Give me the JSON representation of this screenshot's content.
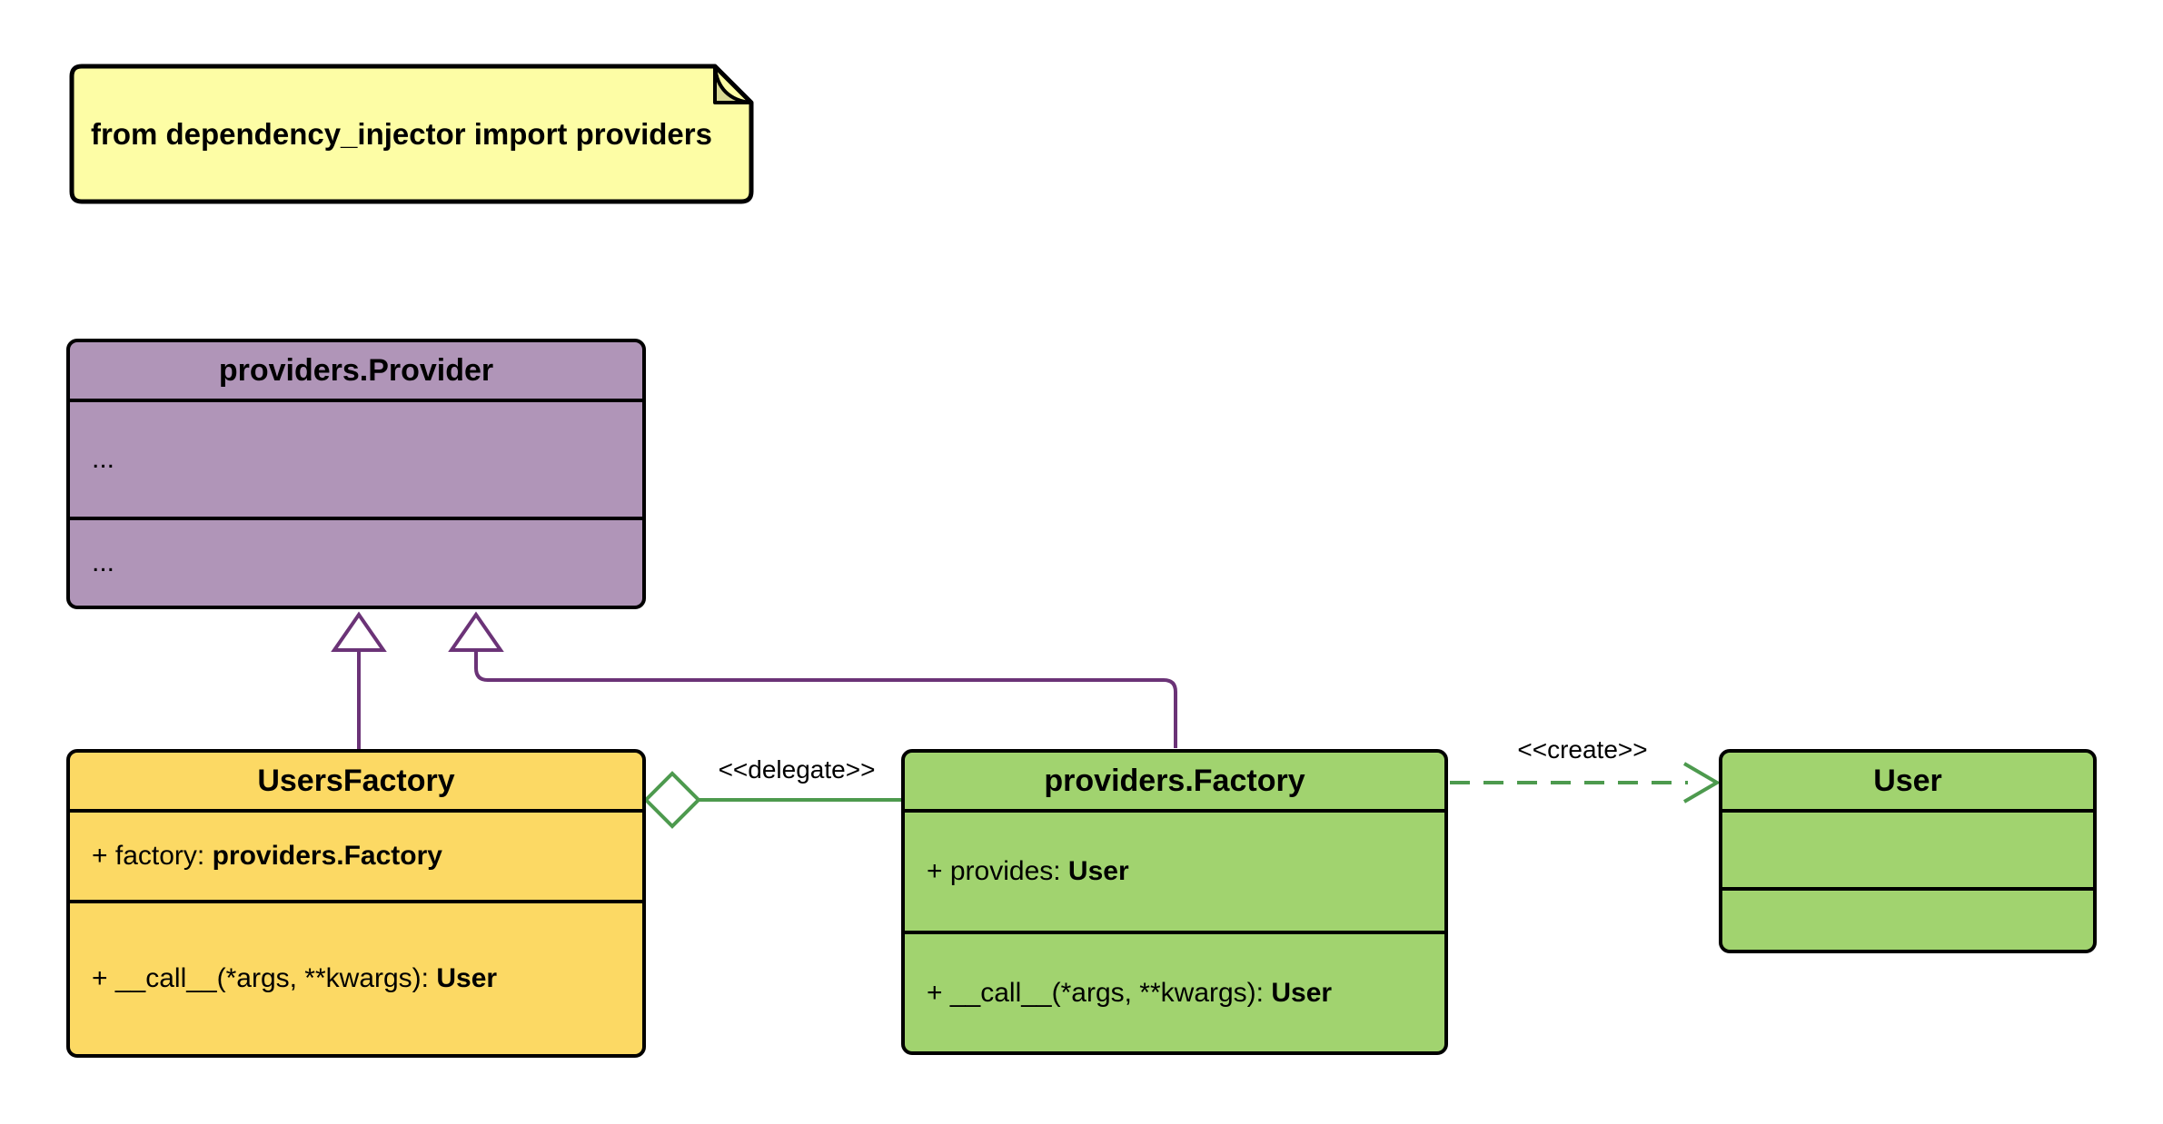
{
  "note": {
    "text": "from dependency_injector import providers"
  },
  "classes": {
    "provider": {
      "title": "providers.Provider",
      "attributes_placeholder": "...",
      "methods_placeholder": "..."
    },
    "users_factory": {
      "title": "UsersFactory",
      "attribute_prefix": "+ factory: ",
      "attribute_type": "providers.Factory",
      "method_prefix": "+ __call__(*args, **kwargs): ",
      "method_type": "User"
    },
    "factory": {
      "title": "providers.Factory",
      "attribute_prefix": "+ provides: ",
      "attribute_type": "User",
      "method_prefix": "+ __call__(*args, **kwargs): ",
      "method_type": "User"
    },
    "user": {
      "title": "User"
    }
  },
  "connectors": {
    "delegate_label": "<<delegate>>",
    "create_label": "<<create>>"
  },
  "colors": {
    "purple-fill": "#B095B8",
    "yellow-fill": "#FCD964",
    "green-fill": "#A1D36F",
    "note-fill": "#FDFDA5",
    "note-fold": "#D9D993",
    "purple-line": "#6B3377",
    "green-line": "#4D9A4E",
    "outline": "#000000"
  }
}
